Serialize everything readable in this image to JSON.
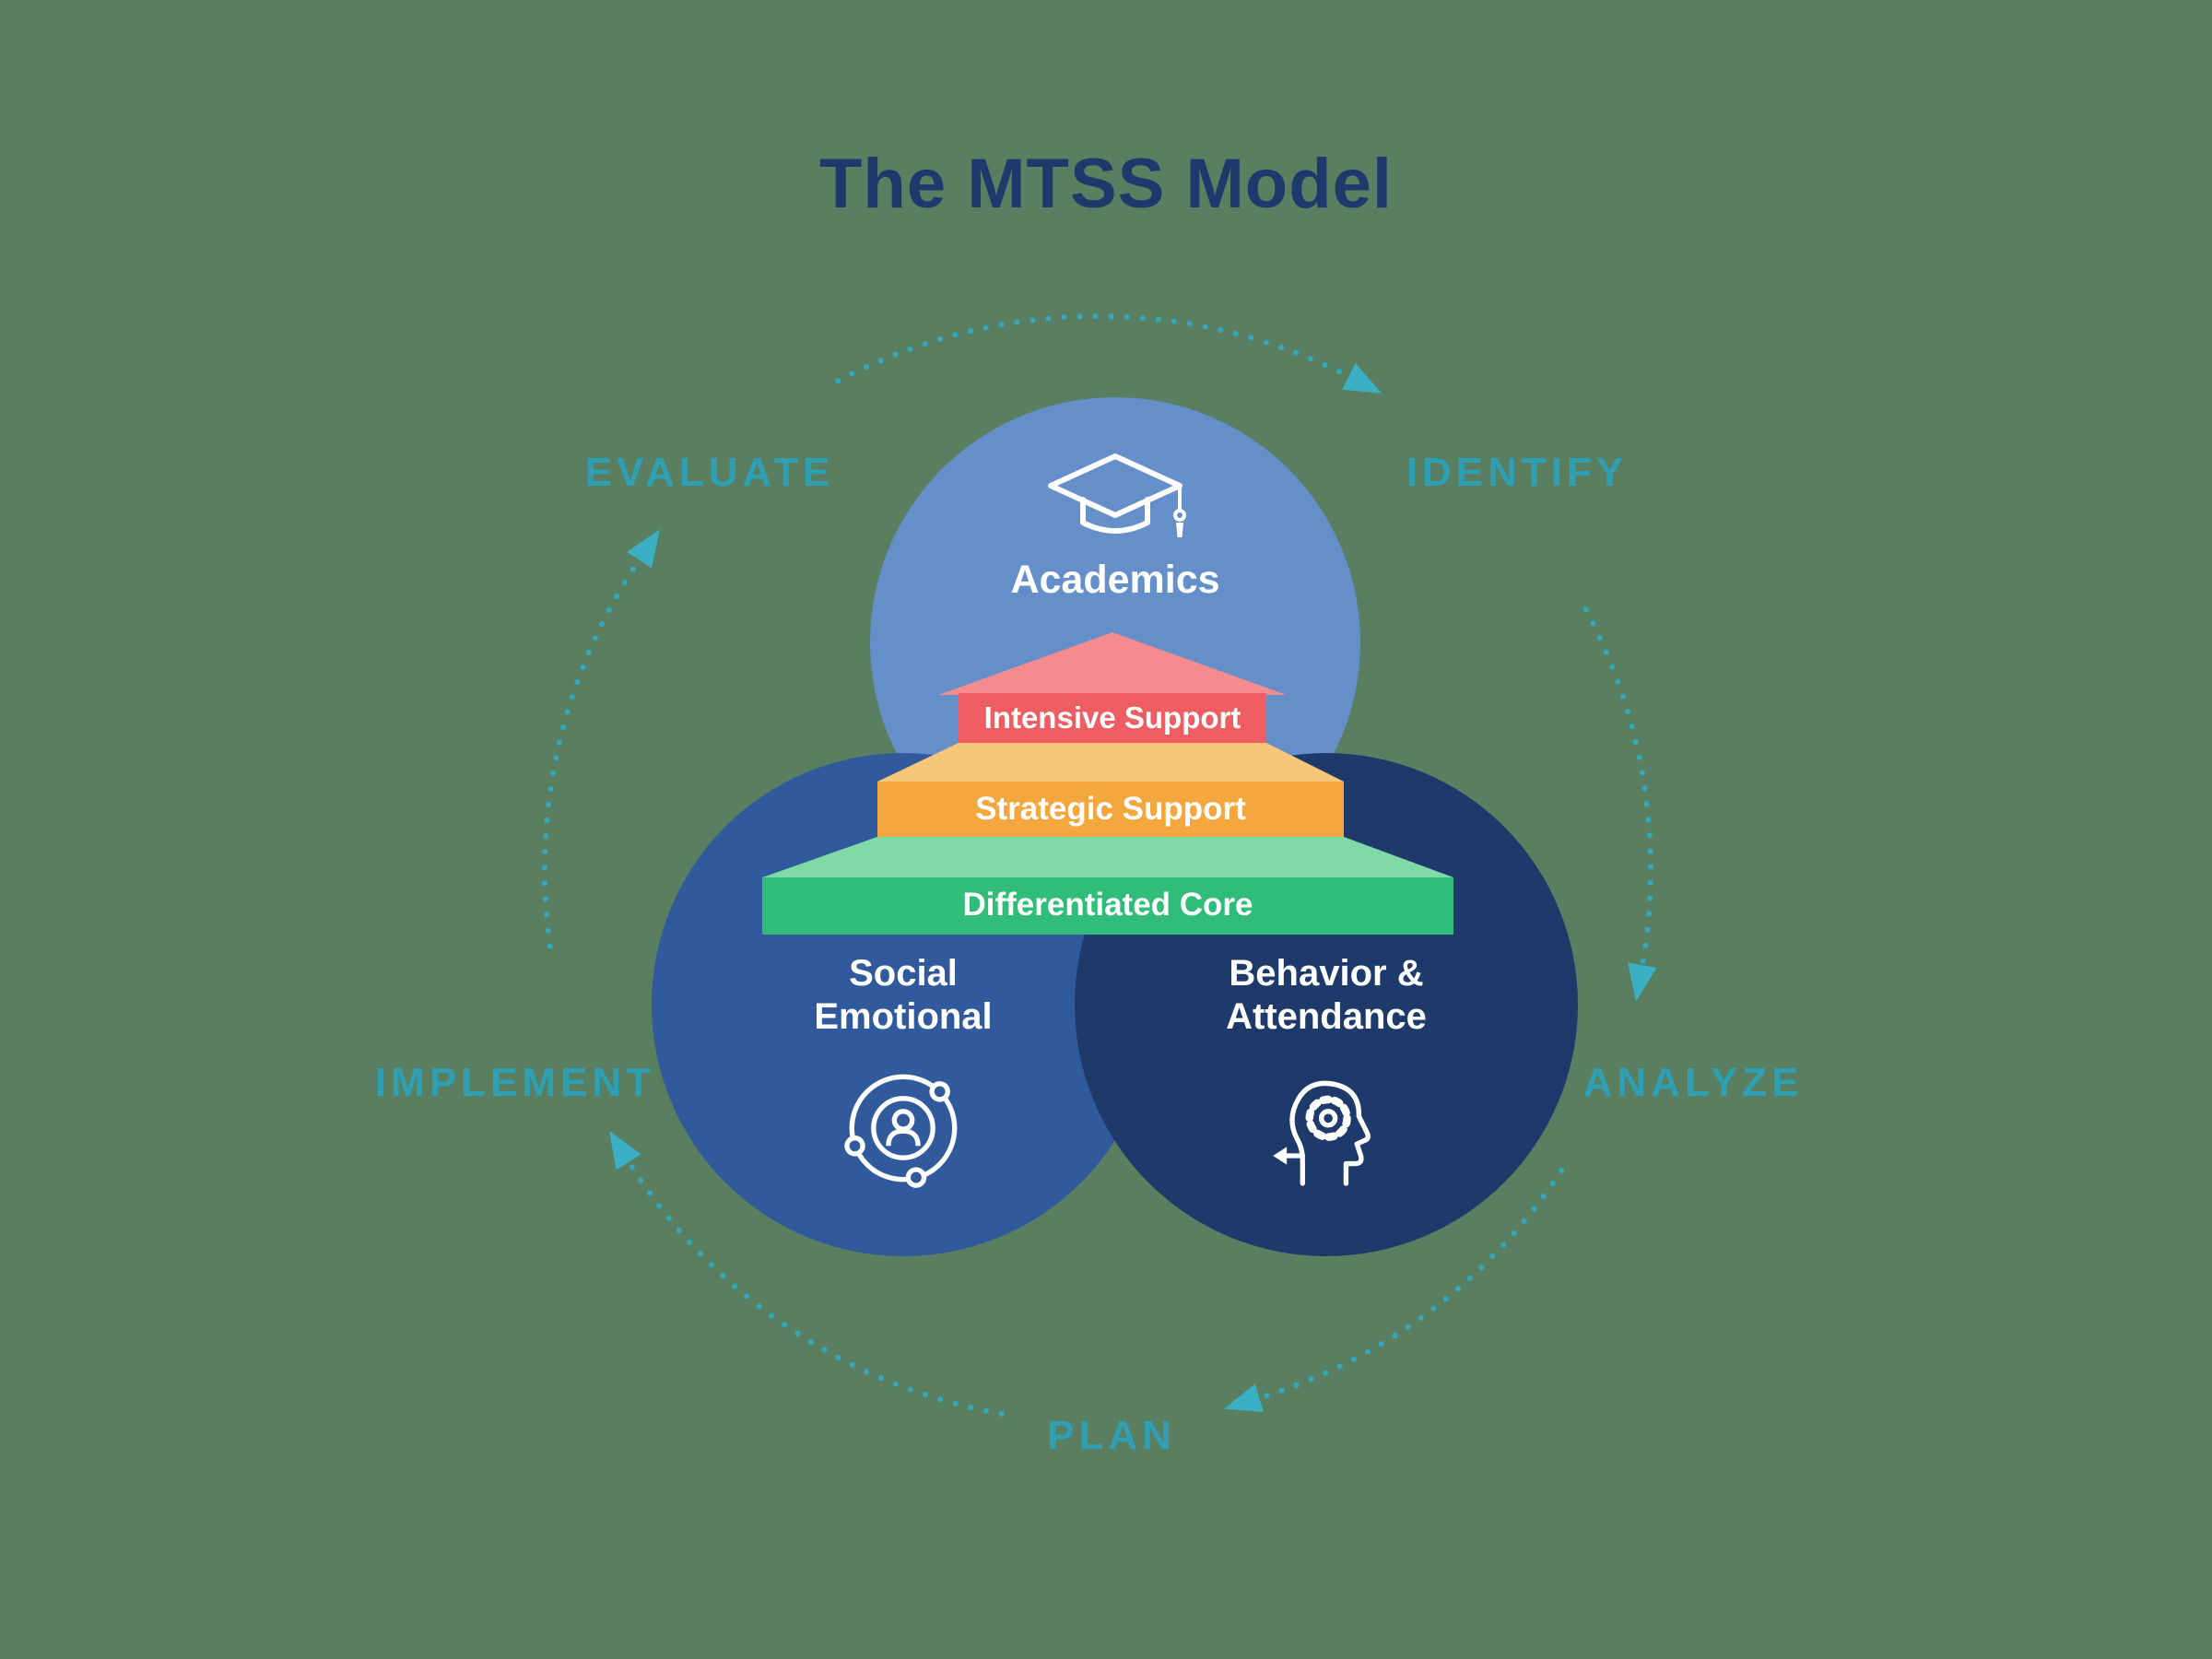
{
  "title": "The MTSS Model",
  "colors": {
    "background": "#597e60",
    "title-text": "#1e3a6c",
    "cycle-line": "#35a7bc",
    "cycle-arrow": "#3bb0c4",
    "cycle-text": "#2f9fb4",
    "circle-academics": "#648fc8",
    "circle-social": "#305a9c",
    "circle-behavior": "#1d3a6b",
    "tier-intensive": "#ee5d62",
    "tier-intensive-roof": "#f48b8e",
    "tier-strategic": "#f3a73e",
    "tier-strategic-top": "#f7c678",
    "tier-core": "#2fbd79",
    "tier-core-top": "#7fdaa6",
    "text-light": "#ffffff"
  },
  "cycle": {
    "stages": [
      {
        "label": "EVALUATE"
      },
      {
        "label": "IDENTIFY"
      },
      {
        "label": "ANALYZE"
      },
      {
        "label": "PLAN"
      },
      {
        "label": "IMPLEMENT"
      }
    ]
  },
  "domains": {
    "academics": {
      "label": "Academics",
      "icon": "graduation-cap-icon"
    },
    "social_emotional": {
      "label": "Social\nEmotional",
      "icon": "people-network-icon"
    },
    "behavior_attendance": {
      "label": "Behavior &\nAttendance",
      "icon": "head-gear-icon"
    }
  },
  "pyramid": {
    "tiers": [
      {
        "label": "Intensive Support"
      },
      {
        "label": "Strategic Support"
      },
      {
        "label": "Differentiated Core"
      }
    ]
  }
}
